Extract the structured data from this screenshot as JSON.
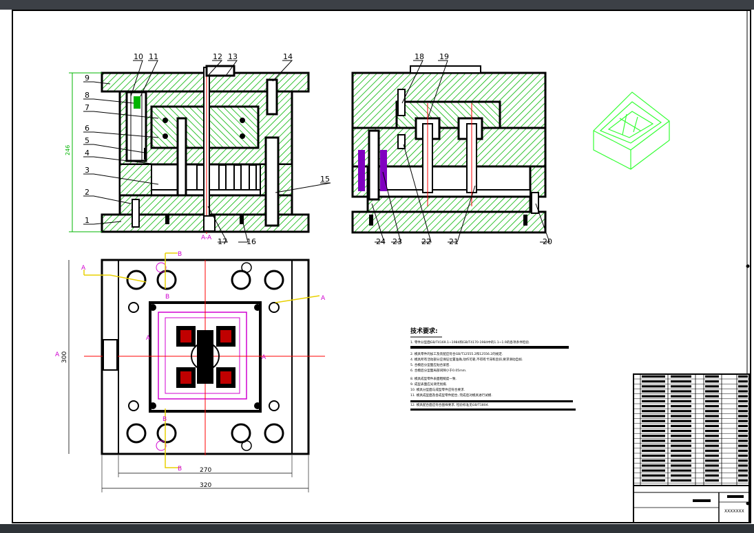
{
  "labels_front": [
    "1",
    "2",
    "3",
    "4",
    "5",
    "6",
    "7",
    "8",
    "9",
    "10",
    "11",
    "12",
    "13",
    "14",
    "15",
    "16",
    "17"
  ],
  "labels_side": [
    "18",
    "19",
    "20",
    "21",
    "22",
    "23",
    "24"
  ],
  "section_mark": "A-A",
  "dims": {
    "height": "246",
    "width_plan": "300",
    "inner_width": "270",
    "outer_width": "320"
  },
  "section_letters": {
    "a": "A",
    "b": "B"
  },
  "notes": {
    "title": "技术要求:",
    "items": [
      "1. 零件分型面GB/T4169.1~1984和GB/T4170-1984中的1.1~1.9的各项条件检验.",
      "2. 模具零件的加工及装配应符合GB/T12555.2和12556.2的规定.",
      "4. 模具所有活动部分应保证位置准确,动作可靠,不得有卡滞和歪斜,要求滑动自如.",
      "5. 合模后分型面应贴合紧密.",
      "6. 合模后分型面局部间隙小于0.05mm.",
      "8. 模具成型零件表面粗糙度一致.",
      "9. 成型表面应光滑无划痕.",
      "10. 模具分型面与成型零件应符合要求.",
      "11. 模具成型面及各成型零件配合, 完成后对模具进行试模.",
      "12. 模具配合面应符合图样要求, 检验标准见GB/T1804."
    ]
  },
  "title_block": {
    "drawing_no": "XXXXXXX"
  },
  "colors": {
    "hatch": "#00b400",
    "line": "#000000",
    "center": "#ff0000",
    "magenta": "#d000d0",
    "yellow": "#e8d000",
    "iso": "#33ff33"
  }
}
